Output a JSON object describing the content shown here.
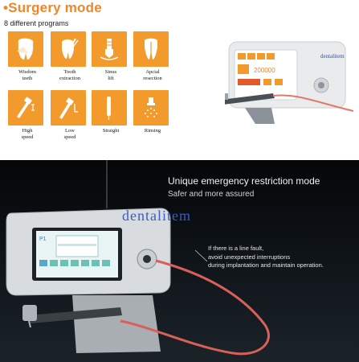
{
  "header": {
    "title": "•Surgery mode",
    "subtitle": "8 different programs"
  },
  "programs": [
    {
      "label": "Wisdom\nteeth",
      "icon": "wisdom-tooth-icon"
    },
    {
      "label": "Tooth\nextraction",
      "icon": "tooth-extraction-icon"
    },
    {
      "label": "Sinus\nlift",
      "icon": "sinus-lift-icon"
    },
    {
      "label": "Apcial\nresection",
      "icon": "apical-resection-icon"
    },
    {
      "label": "High\nspeed",
      "icon": "high-speed-handpiece-icon"
    },
    {
      "label": "Low\nspeed",
      "icon": "low-speed-handpiece-icon"
    },
    {
      "label": "Straight",
      "icon": "straight-handpiece-icon"
    },
    {
      "label": "Rinsing",
      "icon": "rinsing-icon"
    }
  ],
  "device_top": {
    "screen_value": "200000",
    "watermark": "dentalitem"
  },
  "emergency": {
    "headline": "Unique emergency restriction mode",
    "subline": "Safer and more assured",
    "fault_lines": [
      "If there is a line fault,",
      "avoid unexpected interruptions",
      "during implantation and maintain operation."
    ]
  },
  "device_bottom": {
    "screen_code": "P1",
    "watermark": "dentalitem"
  },
  "colors": {
    "accent_orange": "#f39a2d",
    "title_orange": "#f0852a",
    "background_dark": "#0e1317",
    "tube_red": "#d9605a"
  }
}
